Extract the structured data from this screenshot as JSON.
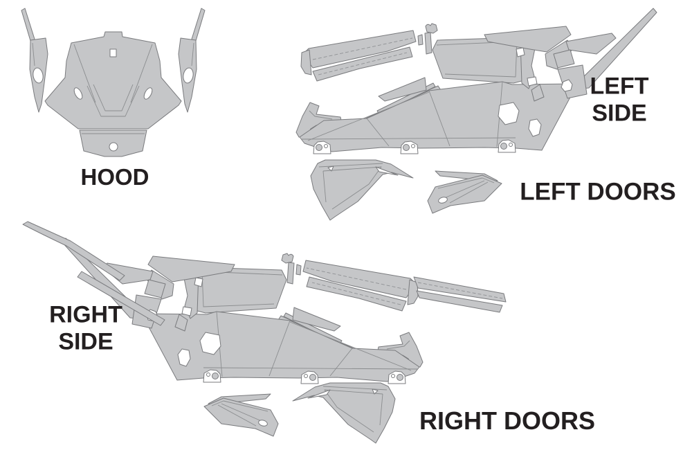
{
  "title": "Vehicle wrap kit cut template",
  "colors": {
    "background": "#ffffff",
    "panel_fill": "#c5c6c8",
    "panel_stroke": "#797a7d",
    "detail_line": "#8a8c8e",
    "label_text": "#231f20"
  },
  "labels": {
    "hood": "HOOD",
    "left_side": [
      "LEFT",
      "SIDE"
    ],
    "left_doors": "LEFT DOORS",
    "right_side": [
      "RIGHT",
      "SIDE"
    ],
    "right_doors": "RIGHT DOORS"
  },
  "sections": [
    {
      "name": "hood-pattern",
      "label": "HOOD"
    },
    {
      "name": "left-side-pattern",
      "label": "LEFT SIDE"
    },
    {
      "name": "left-doors-pattern",
      "label": "LEFT DOORS"
    },
    {
      "name": "right-side-pattern",
      "label": "RIGHT SIDE"
    },
    {
      "name": "right-doors-pattern",
      "label": "RIGHT DOORS"
    }
  ]
}
